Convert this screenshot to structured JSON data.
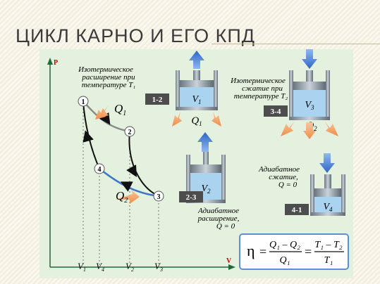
{
  "slide": {
    "title": "ЦИКЛ КАРНО И ЕГО КПД"
  },
  "diagram": {
    "axes": {
      "y_label": "P",
      "x_label": "V",
      "x_ticks": [
        {
          "name": "V",
          "sub": "1"
        },
        {
          "name": "V",
          "sub": "4"
        },
        {
          "name": "V",
          "sub": "2"
        },
        {
          "name": "V",
          "sub": "3"
        }
      ]
    },
    "points": [
      "1",
      "2",
      "3",
      "4"
    ],
    "heat_labels": [
      {
        "name": "Q",
        "sub": "1"
      },
      {
        "name": "Q",
        "sub": "2"
      }
    ],
    "stages": [
      {
        "badge": "1-2",
        "lines": [
          "Изотермическое",
          "расширение при",
          "температуре T₁"
        ],
        "volume": {
          "name": "V",
          "sub": "1"
        },
        "heat": {
          "name": "Q",
          "sub": "1"
        }
      },
      {
        "badge": "3-4",
        "lines": [
          "Изотермическое",
          "сжатие при",
          "температуре T₂"
        ],
        "volume": {
          "name": "V",
          "sub": "3"
        },
        "heat": {
          "name": "Q",
          "sub": "2"
        }
      },
      {
        "badge": "2-3",
        "lines": [
          "Адиабатное",
          "расширение,",
          "Q = 0"
        ],
        "volume": {
          "name": "V",
          "sub": "2"
        }
      },
      {
        "badge": "4-1",
        "lines": [
          "Адиабатное",
          "сжатие,",
          "Q = 0"
        ],
        "volume": {
          "name": "V",
          "sub": "4"
        }
      }
    ],
    "formula": {
      "eta": "η",
      "equals": "=",
      "frac1": {
        "num": "Q₁ – Q₂",
        "den": "Q₁"
      },
      "frac2": {
        "num": "T₁ – T₂",
        "den": "T₁"
      }
    }
  },
  "colors": {
    "background": "#e4f1de",
    "isotherm_hot": "#8a8a8a",
    "isotherm_cold": "#3b78c8",
    "adiabat": "#111111",
    "heat_arrow": "#f4a46a",
    "cold_arrow": "#3a7bd5",
    "badge": "#4d4d4d"
  }
}
